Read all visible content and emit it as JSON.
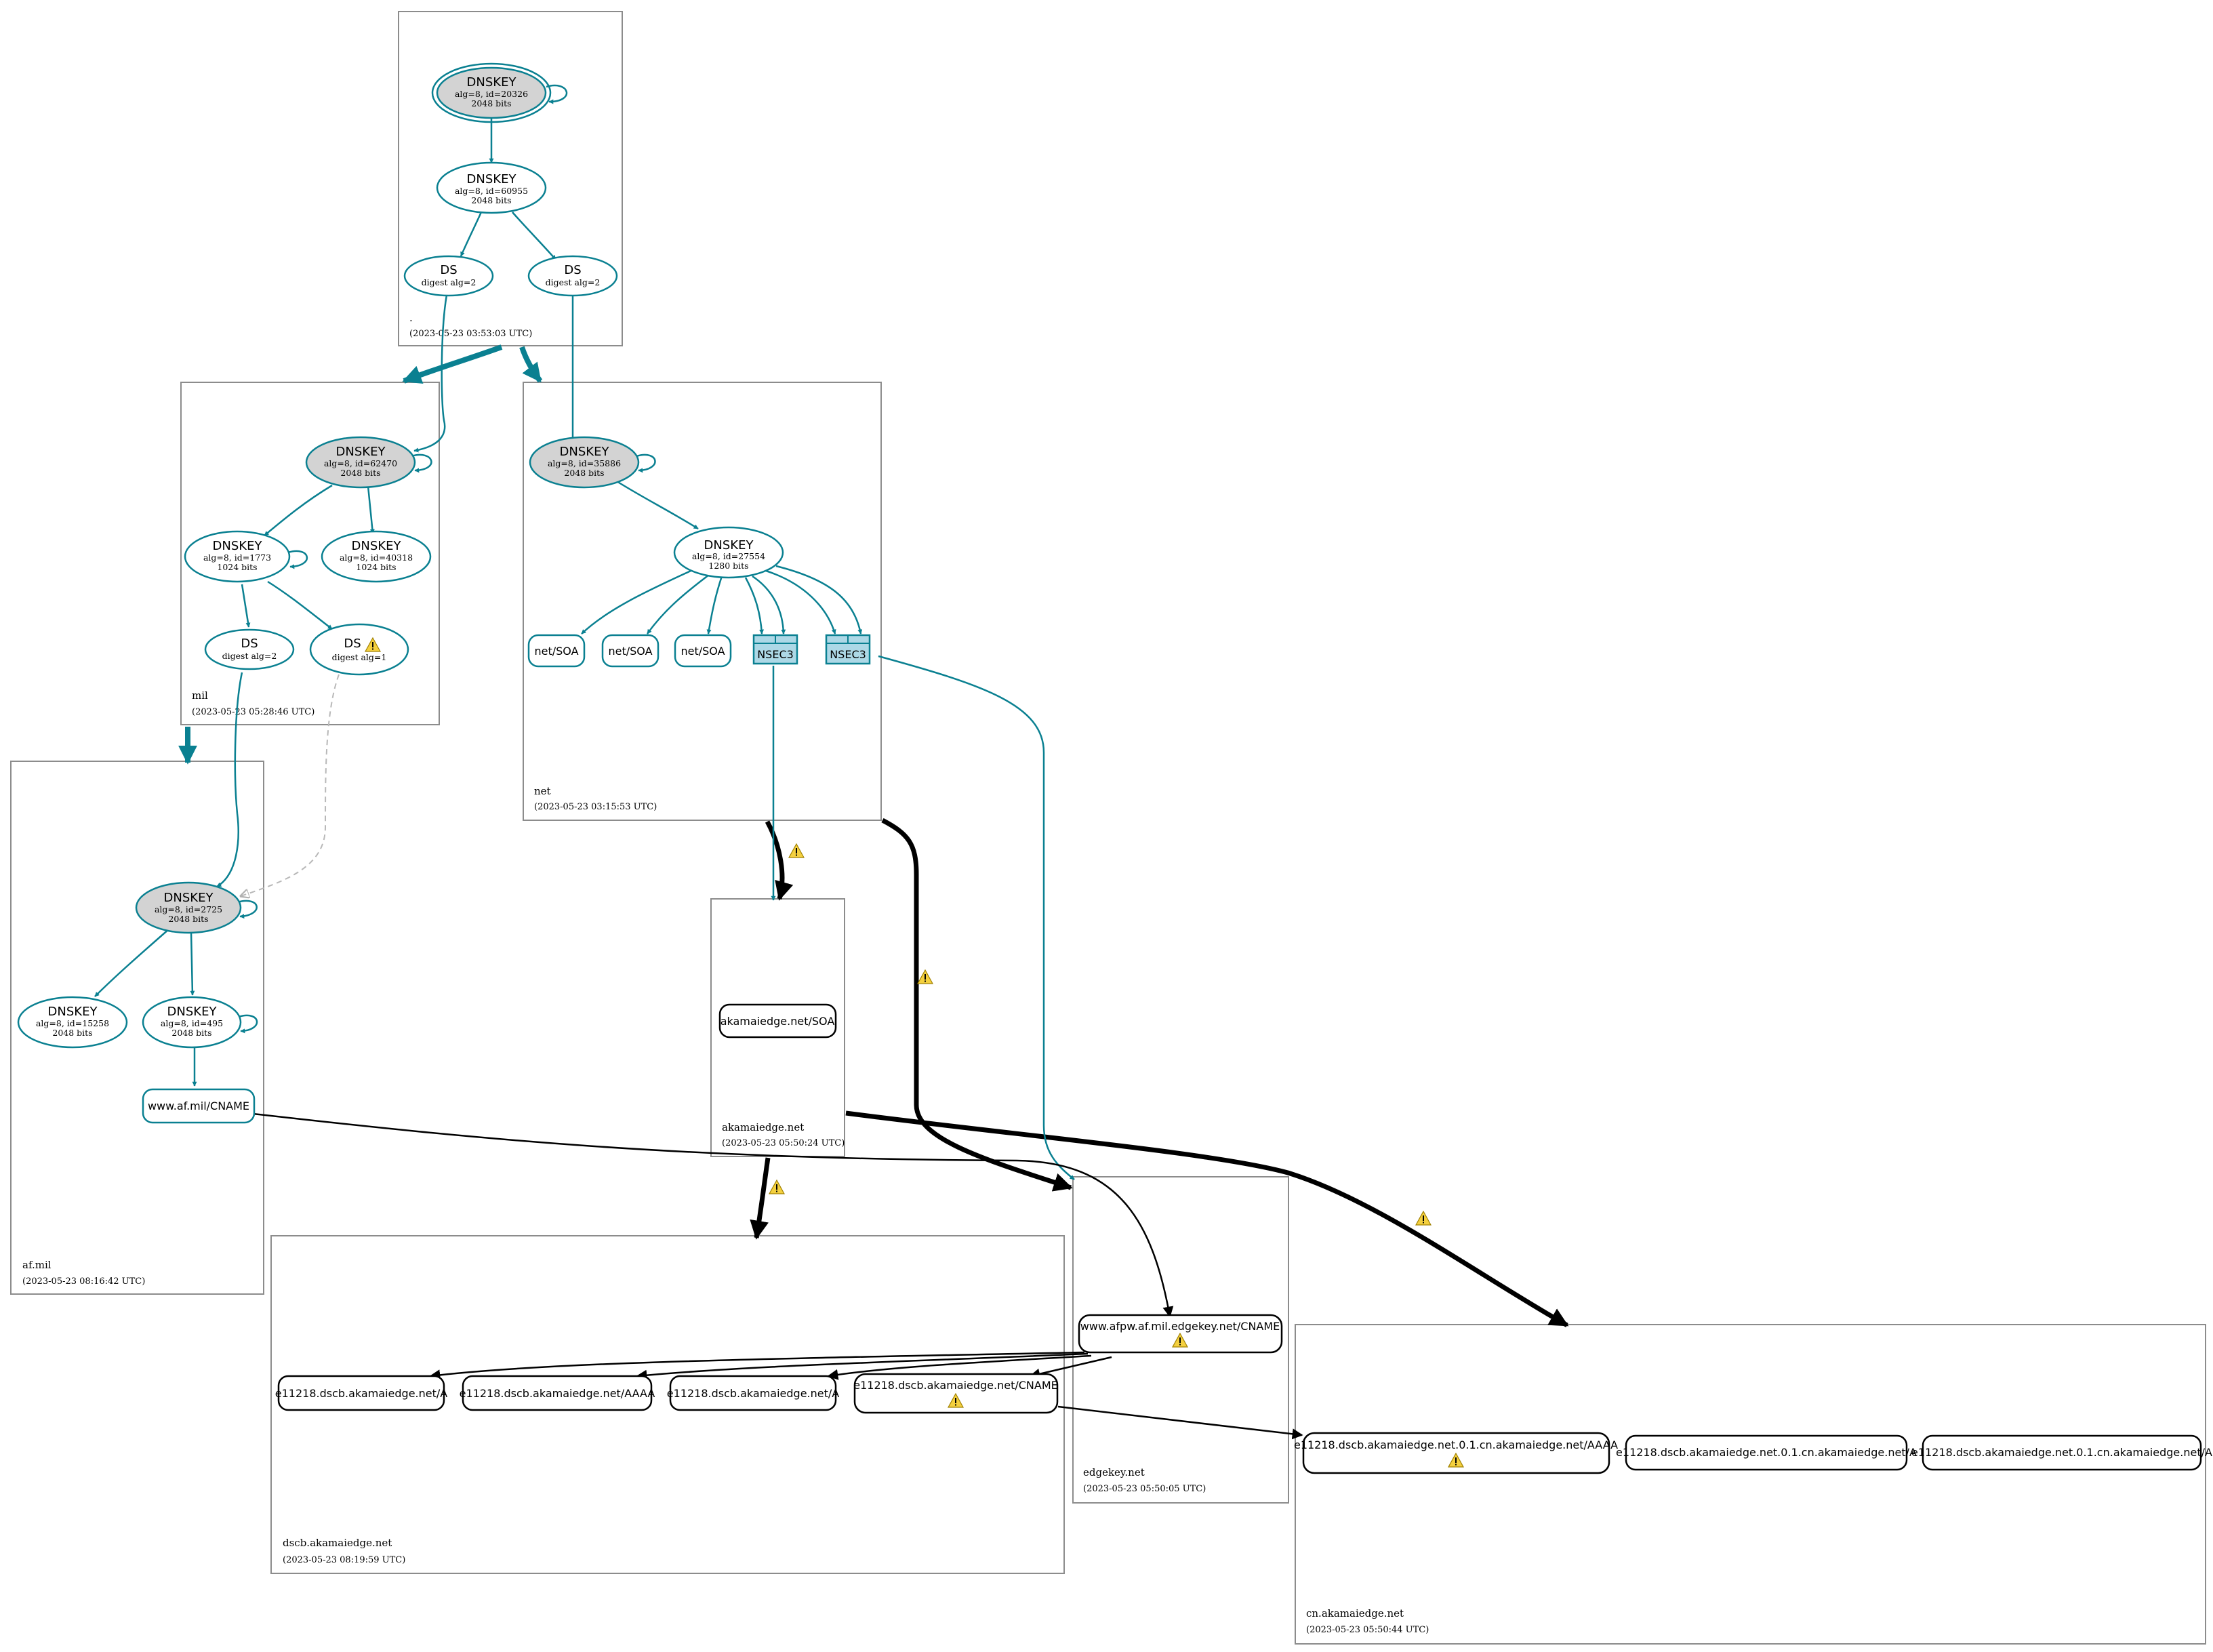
{
  "zones": {
    "root": {
      "name": ".",
      "time": "(2023-05-23 03:53:03 UTC)"
    },
    "mil": {
      "name": "mil",
      "time": "(2023-05-23 05:28:46 UTC)"
    },
    "net": {
      "name": "net",
      "time": "(2023-05-23 03:15:53 UTC)"
    },
    "afmil": {
      "name": "af.mil",
      "time": "(2023-05-23 08:16:42 UTC)"
    },
    "akamaiedge": {
      "name": "akamaiedge.net",
      "time": "(2023-05-23 05:50:24 UTC)"
    },
    "dscb": {
      "name": "dscb.akamaiedge.net",
      "time": "(2023-05-23 08:19:59 UTC)"
    },
    "edgekey": {
      "name": "edgekey.net",
      "time": "(2023-05-23 05:50:05 UTC)"
    },
    "cn": {
      "name": "cn.akamaiedge.net",
      "time": "(2023-05-23 05:50:44 UTC)"
    }
  },
  "nodes": {
    "root_ksk": {
      "title": "DNSKEY",
      "line1": "alg=8, id=20326",
      "line2": "2048 bits"
    },
    "root_zsk": {
      "title": "DNSKEY",
      "line1": "alg=8, id=60955",
      "line2": "2048 bits"
    },
    "root_ds_mil": {
      "title": "DS",
      "line1": "digest alg=2"
    },
    "root_ds_net": {
      "title": "DS",
      "line1": "digest alg=2"
    },
    "mil_ksk": {
      "title": "DNSKEY",
      "line1": "alg=8, id=62470",
      "line2": "2048 bits"
    },
    "mil_zsk1": {
      "title": "DNSKEY",
      "line1": "alg=8, id=1773",
      "line2": "1024 bits"
    },
    "mil_zsk2": {
      "title": "DNSKEY",
      "line1": "alg=8, id=40318",
      "line2": "1024 bits"
    },
    "mil_ds2": {
      "title": "DS",
      "line1": "digest alg=2"
    },
    "mil_ds1": {
      "title": "DS",
      "line1": "digest alg=1"
    },
    "net_ksk": {
      "title": "DNSKEY",
      "line1": "alg=8, id=35886",
      "line2": "2048 bits"
    },
    "net_zsk": {
      "title": "DNSKEY",
      "line1": "alg=8, id=27554",
      "line2": "1280 bits"
    },
    "afmil_ksk": {
      "title": "DNSKEY",
      "line1": "alg=8, id=2725",
      "line2": "2048 bits"
    },
    "afmil_k1": {
      "title": "DNSKEY",
      "line1": "alg=8, id=15258",
      "line2": "2048 bits"
    },
    "afmil_k2": {
      "title": "DNSKEY",
      "line1": "alg=8, id=495",
      "line2": "2048 bits"
    }
  },
  "records": {
    "net_soa_1": "net/SOA",
    "net_soa_2": "net/SOA",
    "net_soa_3": "net/SOA",
    "nsec3_1": "NSEC3",
    "nsec3_2": "NSEC3",
    "afmil_cname": "www.af.mil/CNAME",
    "akamaiedge_soa": "akamaiedge.net/SOA",
    "edgekey_cname": "www.afpw.af.mil.edgekey.net/CNAME",
    "dscb_a1": "e11218.dscb.akamaiedge.net/A",
    "dscb_aaaa": "e11218.dscb.akamaiedge.net/AAAA",
    "dscb_a2": "e11218.dscb.akamaiedge.net/A",
    "dscb_cname": "e11218.dscb.akamaiedge.net/CNAME",
    "cn_aaaa": "e11218.dscb.akamaiedge.net.0.1.cn.akamaiedge.net/AAAA",
    "cn_a1": "e11218.dscb.akamaiedge.net.0.1.cn.akamaiedge.net/A",
    "cn_a2": "e11218.dscb.akamaiedge.net.0.1.cn.akamaiedge.net/A"
  },
  "colors": {
    "secure": "#0a8091",
    "insecure": "#000000",
    "ksk_fill": "#d3d3d3",
    "nsec3_fill": "#add8e6",
    "warning": "#f4d03f"
  }
}
